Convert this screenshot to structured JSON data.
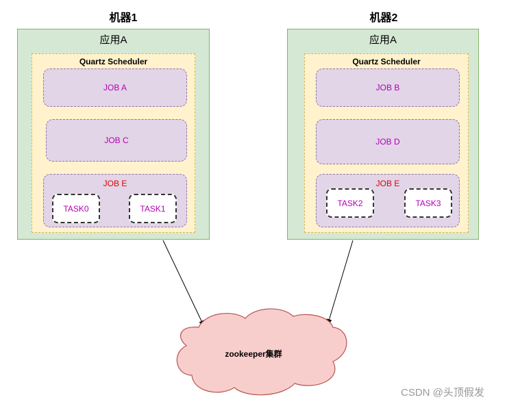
{
  "machines": [
    {
      "title": "机器1",
      "app_label": "应用A",
      "scheduler_label": "Quartz Scheduler",
      "jobs": [
        "JOB A",
        "JOB C"
      ],
      "job_e": {
        "label": "JOB E",
        "tasks": [
          "TASK0",
          "TASK1"
        ]
      }
    },
    {
      "title": "机器2",
      "app_label": "应用A",
      "scheduler_label": "Quartz Scheduler",
      "jobs": [
        "JOB B",
        "JOB D"
      ],
      "job_e": {
        "label": "JOB E",
        "tasks": [
          "TASK2",
          "TASK3"
        ]
      }
    }
  ],
  "cluster": {
    "label": "zookeeper集群"
  },
  "watermark": "CSDN @头顶假发",
  "colors": {
    "app_fill": "#d5e8d4",
    "app_border": "#82b366",
    "scheduler_fill": "#fff2cc",
    "scheduler_border": "#d6b656",
    "job_fill": "#e1d5e7",
    "job_border": "#9673a6",
    "job_text": "#b400b4",
    "job_e_text": "#e00000",
    "cloud_fill": "#f8cecc",
    "cloud_border": "#b85450"
  }
}
